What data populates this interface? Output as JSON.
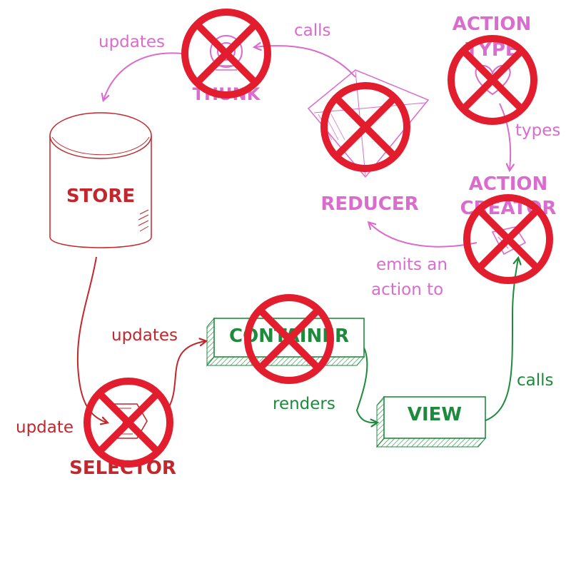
{
  "colors": {
    "pink": "#d96ccc",
    "red": "#c1272d",
    "green": "#1e8a3c",
    "cross": "#e11d2e"
  },
  "nodes": {
    "thunk": {
      "title": "THUNK",
      "icon": "thunk-icon"
    },
    "action_type": {
      "title_line1": "ACTION",
      "title_line2": "TYPE",
      "icon": "heart-icon"
    },
    "reducer": {
      "title": "REDUCER",
      "icon": "reducer-diamond-icon"
    },
    "action_creator": {
      "title_line1": "ACTION",
      "title_line2": "CREATOR",
      "icon": "action-creator-icon"
    },
    "store": {
      "title": "STORE"
    },
    "selector": {
      "title": "SELECTOR",
      "icon": "selector-icon"
    },
    "container": {
      "title": "CONTAINER"
    },
    "view": {
      "title": "VIEW"
    }
  },
  "edges": {
    "thunk_to_store": "updates",
    "reducer_to_thunk": "calls",
    "action_type_to_action_creator": "types",
    "action_creator_to_reducer_line1": "emits an",
    "action_creator_to_reducer_line2": "action to",
    "selector_to_container": "updates",
    "store_to_selector": "update",
    "container_to_view": "renders",
    "view_to_action_creator": "calls"
  }
}
